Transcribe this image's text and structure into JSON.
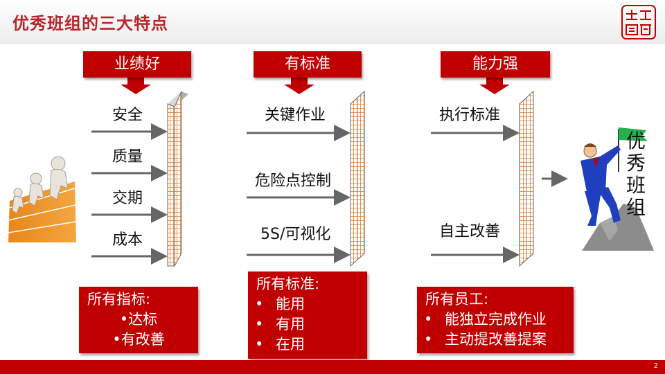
{
  "header": {
    "title": "优秀班组的三大特点"
  },
  "seal": {
    "label": ""
  },
  "footer": {
    "page_number": "2"
  },
  "columns": [
    {
      "heading": "业绩好",
      "items": [
        "安全",
        "质量",
        "交期",
        "成本"
      ],
      "box_title": "所有指标:",
      "box_items": [
        "•达标",
        "•有改善"
      ]
    },
    {
      "heading": "有标准",
      "items": [
        "关键作业",
        "危险点控制",
        "5S/可视化"
      ],
      "box_title": "所有标准:",
      "box_items": [
        "能用",
        "有用",
        "在用"
      ]
    },
    {
      "heading": "能力强",
      "items": [
        "执行标准",
        "自主改善"
      ],
      "box_title": "所有员工:",
      "box_items": [
        "能独立完成作业",
        "主动提改善提案"
      ]
    }
  ],
  "result": {
    "chars": [
      "优",
      "秀",
      "班",
      "组"
    ]
  },
  "colors": {
    "accent": "#c00000",
    "title": "#b8242c",
    "grid": "#e87722",
    "arrow": "#666666"
  }
}
